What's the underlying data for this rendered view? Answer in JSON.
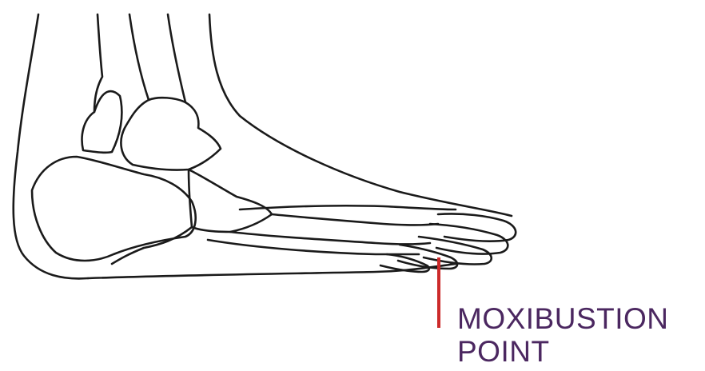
{
  "annotation": {
    "line1": "MOXIBUSTION",
    "line2": "POINT",
    "text_color": "#4b2760",
    "marker_color": "#cc2a2a"
  },
  "illustration": {
    "subject": "foot-skeleton-lateral-view",
    "stroke_color": "#1a1a1a",
    "background": "#ffffff"
  }
}
